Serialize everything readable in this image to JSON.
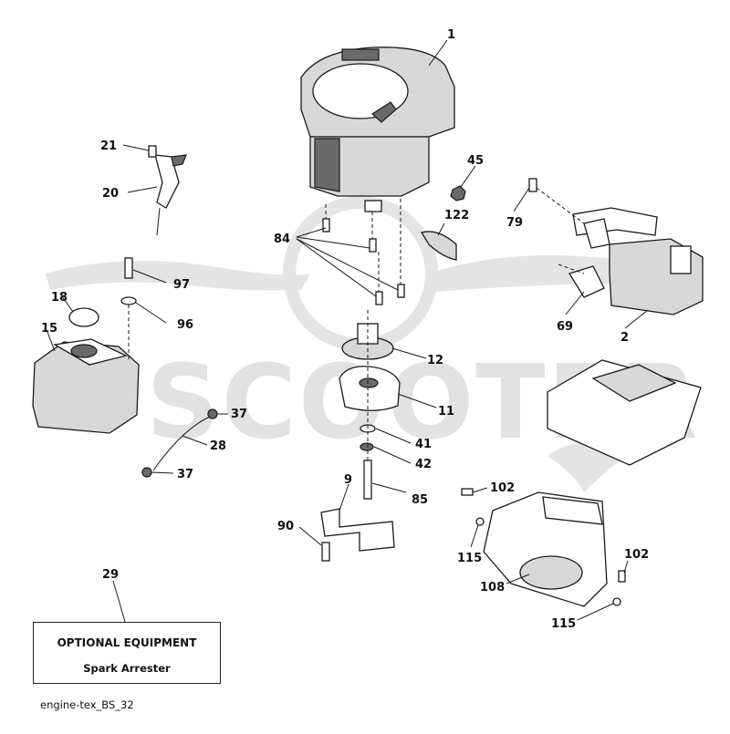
{
  "watermark": {
    "text": "SCOOTER"
  },
  "callouts": {
    "c1": "1",
    "c2": "2",
    "c9": "9",
    "c11": "11",
    "c12": "12",
    "c15": "15",
    "c18": "18",
    "c20": "20",
    "c21": "21",
    "c28": "28",
    "c29": "29",
    "c37a": "37",
    "c37b": "37",
    "c41": "41",
    "c42": "42",
    "c45": "45",
    "c69": "69",
    "c79": "79",
    "c84": "84",
    "c85": "85",
    "c90": "90",
    "c96": "96",
    "c97": "97",
    "c102a": "102",
    "c102b": "102",
    "c108": "108",
    "c115a": "115",
    "c115b": "115",
    "c122": "122"
  },
  "optional_box": {
    "title": "OPTIONAL EQUIPMENT",
    "item": "Spark Arrester"
  },
  "footer": {
    "code": "engine-tex_BS_32"
  }
}
